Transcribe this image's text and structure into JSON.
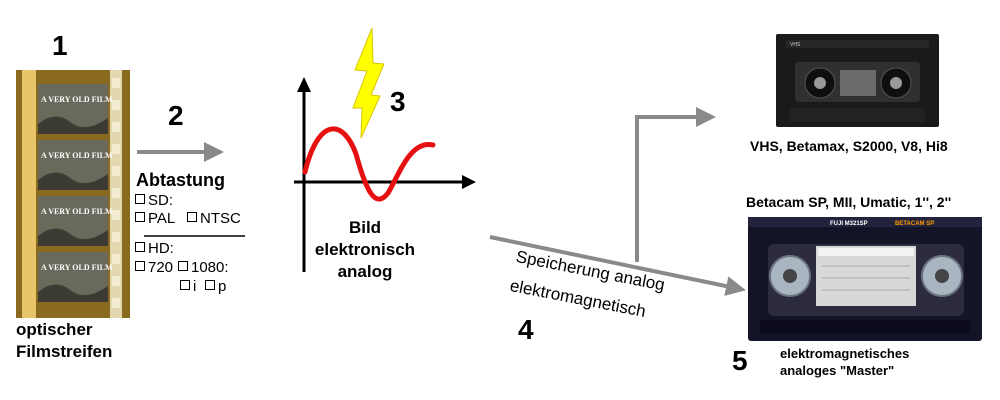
{
  "steps": {
    "s1": "1",
    "s2": "2",
    "s3": "3",
    "s4": "4",
    "s5": "5"
  },
  "film": {
    "frame_text": "A VERY OLD FILM",
    "caption_line1": "optischer",
    "caption_line2": "Filmstreifen"
  },
  "scan": {
    "title": "Abtastung",
    "sd_label": "SD:",
    "pal": "PAL",
    "ntsc": "NTSC",
    "hd_label": "HD:",
    "res_720": "720",
    "res_1080": "1080:",
    "scan_i": "i",
    "scan_p": "p"
  },
  "signal": {
    "line1": "Bild",
    "line2": "elektronisch",
    "line3": "analog"
  },
  "storage": {
    "line1": "Speicherung analog",
    "line2": "elektromagnetisch"
  },
  "tapes": {
    "consumer_formats": "VHS, Betamax, S2000, V8, Hi8",
    "pro_formats": "Betacam SP, MII, Umatic, 1'', 2''",
    "master_line1": "elektromagnetisches",
    "master_line2": "analoges \"Master\"",
    "vhs_label": "VHS",
    "fuji_brand": "FUJI M321SP",
    "betacam_badge": "BETACAM SP"
  },
  "colors": {
    "arrow": "#8a8a8a",
    "wave": "#e61010",
    "lightning": "#ffff00",
    "film_base": "#8a6a1e"
  }
}
